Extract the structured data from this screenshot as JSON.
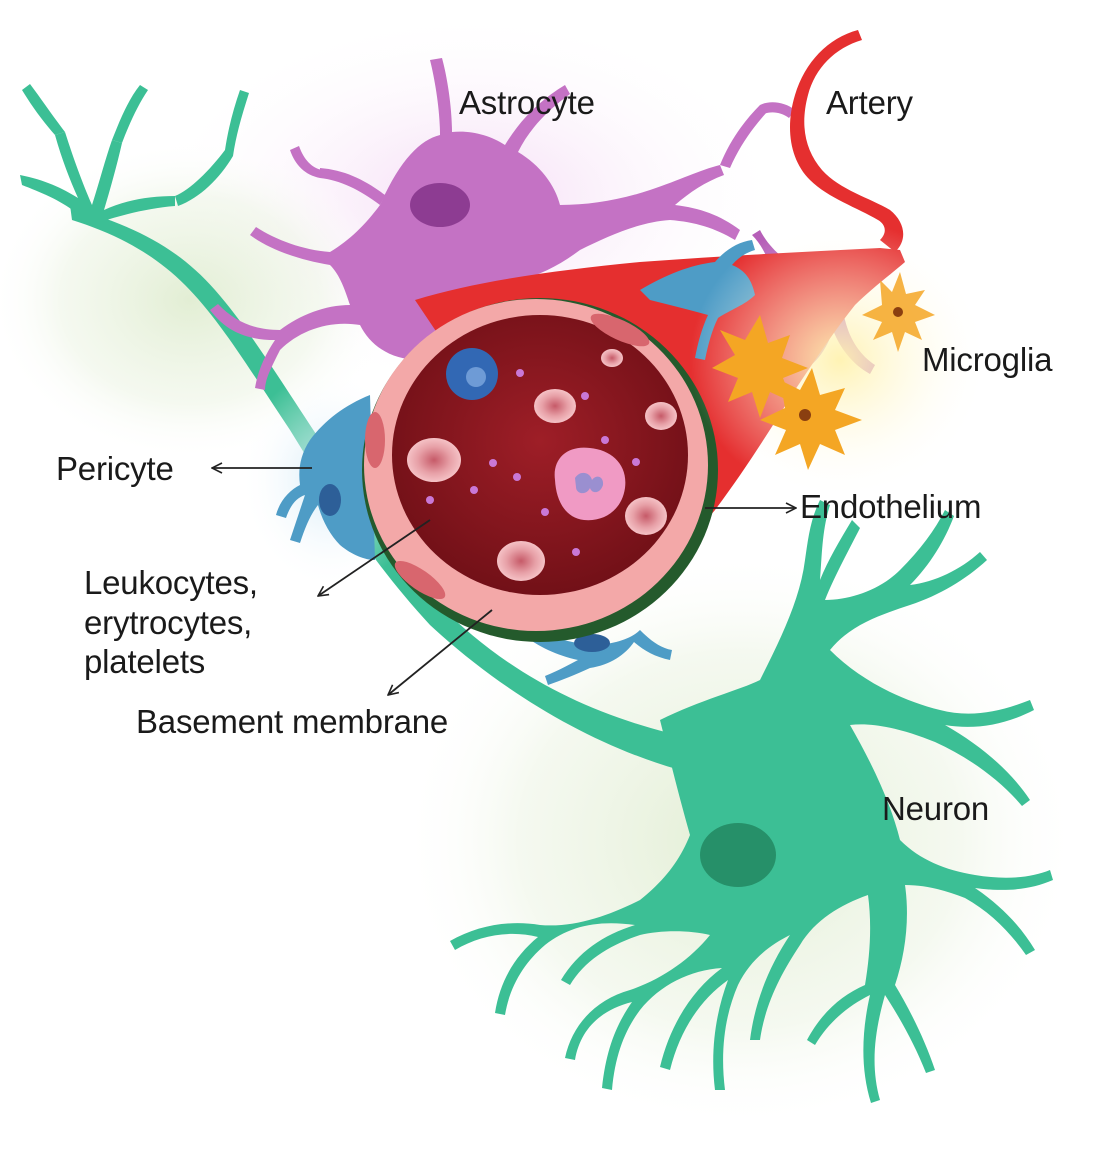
{
  "labels": {
    "astrocyte": "Astrocyte",
    "artery": "Artery",
    "microglia": "Microglia",
    "pericyte": "Pericyte",
    "endothelium": "Endothelium",
    "blood_cells": [
      "Leukocytes,",
      "erytrocytes,",
      "platelets"
    ],
    "basement_membrane": "Basement membrane",
    "neuron": "Neuron"
  },
  "colors": {
    "neuron": "#3cbf95",
    "neuron_dark": "#1f9870",
    "neuron_nucleus": "#269069",
    "astrocyte": "#c472c4",
    "astrocyte_nucleus": "#8d3c92",
    "artery": "#e52f2f",
    "vessel_wall": "#f3a8a8",
    "lumen": "#8e1820",
    "microglia": "#f4a624",
    "pericyte": "#4e9cc6",
    "basement": "#245a2c"
  }
}
